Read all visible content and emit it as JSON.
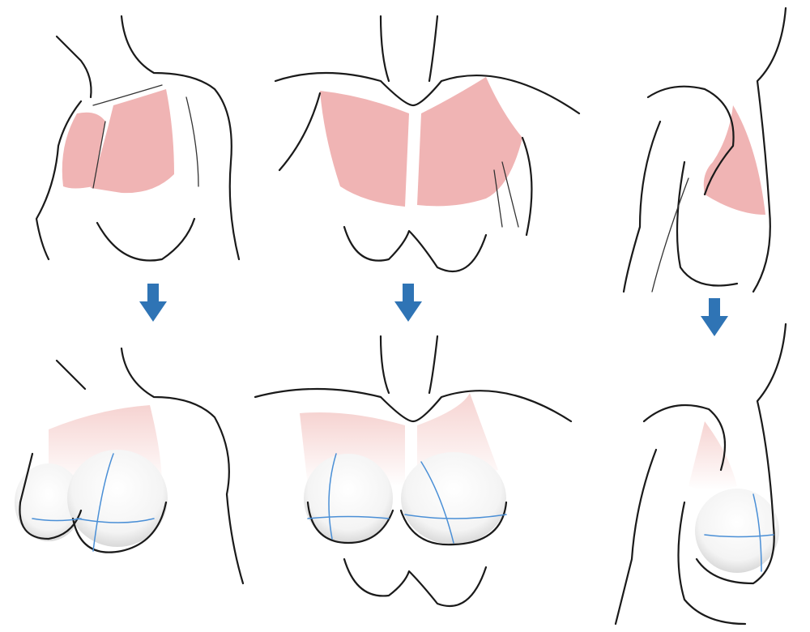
{
  "colors": {
    "muscle": "#f0b4b4",
    "muscle_faded": "#f6d3d1",
    "arrow": "#2f74b5",
    "contour": "#4a8fd6",
    "line": "#1a1a1a",
    "shade": "#e4e4e4"
  },
  "panels": [
    {
      "name": "front-three-quarter-muscle"
    },
    {
      "name": "front-muscle"
    },
    {
      "name": "side-muscle"
    },
    {
      "name": "front-three-quarter-breast"
    },
    {
      "name": "front-breast"
    },
    {
      "name": "side-breast"
    }
  ]
}
